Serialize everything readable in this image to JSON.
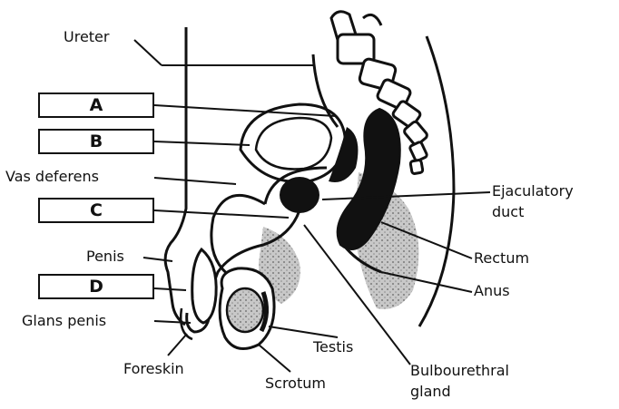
{
  "labels": {
    "ureter": "Ureter",
    "vas_deferens": "Vas deferens",
    "penis": "Penis",
    "glans_penis": "Glans penis",
    "foreskin": "Foreskin",
    "scrotum": "Scrotum",
    "testis": "Testis",
    "bulbourethral_line1": "Bulbourethral",
    "bulbourethral_line2": "gland",
    "anus": "Anus",
    "rectum": "Rectum",
    "ejaculatory_line1": "Ejaculatory",
    "ejaculatory_line2": "duct"
  },
  "answer_boxes": {
    "a": "A",
    "b": "B",
    "c": "C",
    "d": "D"
  },
  "colors": {
    "ink": "#111111",
    "tissue_shading": "#9a9a9a"
  }
}
